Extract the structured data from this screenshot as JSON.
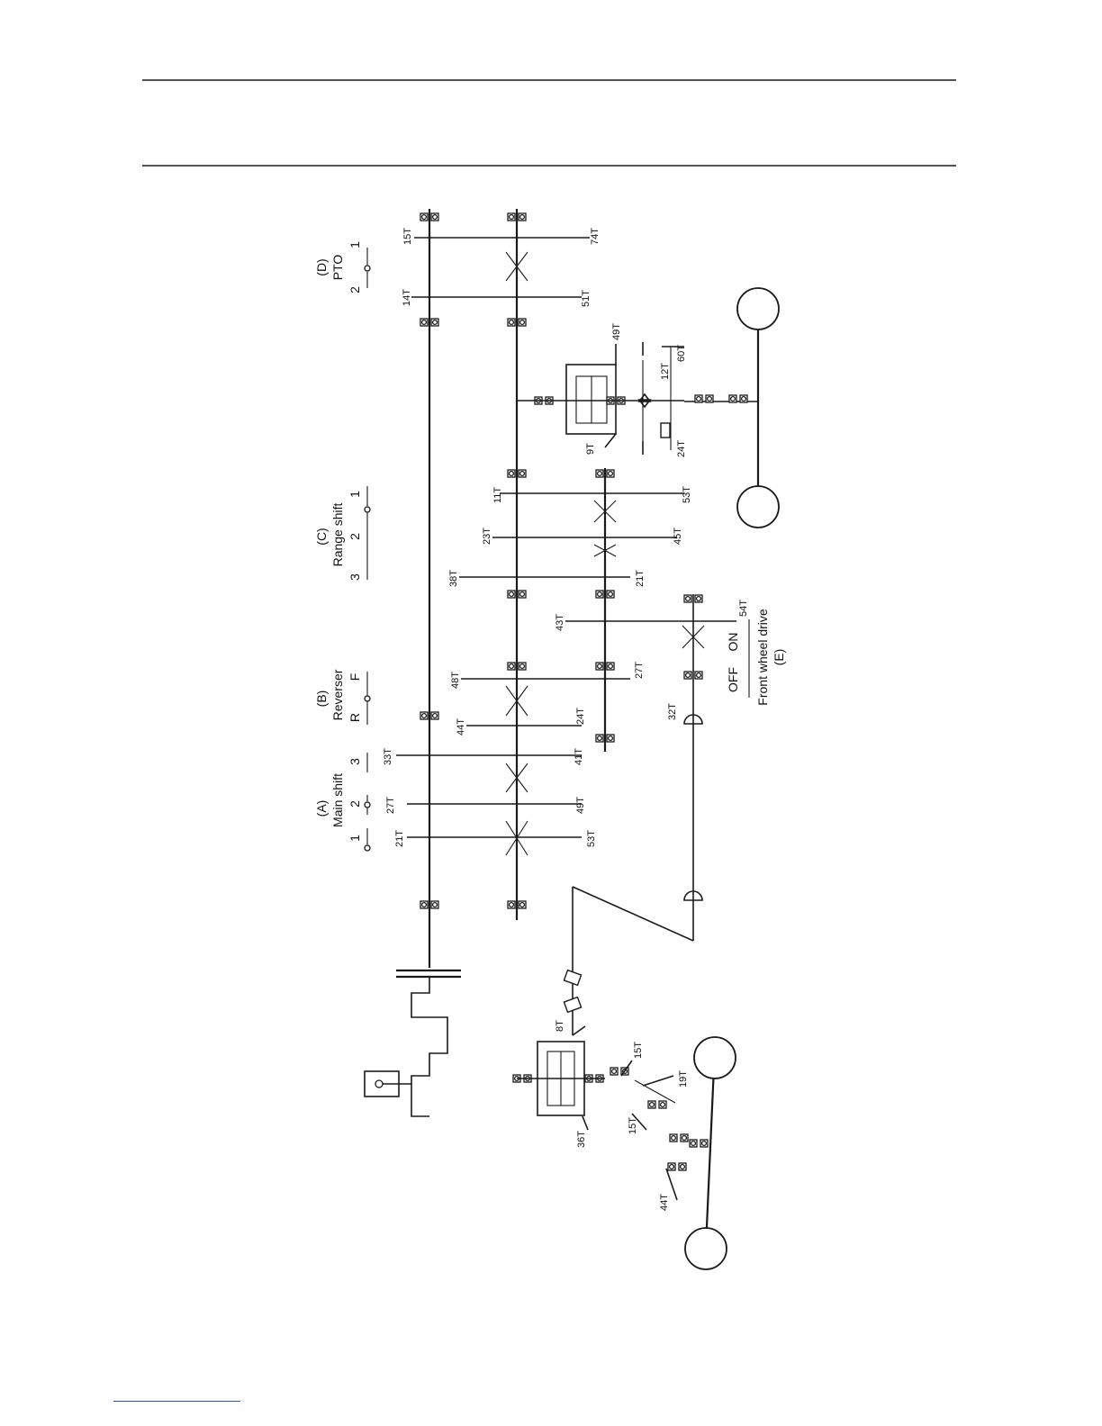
{
  "groups": {
    "main_shift": {
      "letter": "(A)",
      "name": "Main shift",
      "positions": [
        "1",
        "2",
        "3"
      ]
    },
    "reverser": {
      "letter": "(B)",
      "name": "Reverser",
      "positions": [
        "R",
        "F"
      ]
    },
    "range_shift": {
      "letter": "(C)",
      "name": "Range shift",
      "positions": [
        "3",
        "2",
        "1"
      ]
    },
    "pto": {
      "letter": "(D)",
      "name": "PTO",
      "positions": [
        "2",
        "1"
      ]
    },
    "front_wheel_drive": {
      "letter": "(E)",
      "name": "Front wheel drive",
      "off": "OFF",
      "on": "ON"
    }
  },
  "gears": {
    "main_1_upper": "21T",
    "main_1_lower": "53T",
    "main_2_upper": "27T",
    "main_2_lower": "49T",
    "main_3_upper": "33T",
    "main_3_lower": "41T",
    "rev_upper": "44T",
    "rev_idler": "24T",
    "rev_idler_small": "32T",
    "fwd_upper": "48T",
    "fwd_lower": "27T",
    "range_38": "38T",
    "range_21": "21T",
    "range_23": "23T",
    "range_45": "45T",
    "range_11": "11T",
    "range_53": "53T",
    "fwd_out_43": "43T",
    "fwd_out_54": "54T",
    "pto_14": "14T",
    "pto_51": "51T",
    "pto_15": "15T",
    "pto_74": "74T",
    "rear_pinion": "9T",
    "rear_ring": "49T",
    "final_12": "12T",
    "final_60": "60T",
    "final_24": "24T",
    "front_pinion": "8T",
    "front_ring": "36T",
    "front_bevel_a": "15T",
    "front_bevel_b": "19T",
    "front_bevel_c": "15T",
    "front_final": "44T"
  }
}
